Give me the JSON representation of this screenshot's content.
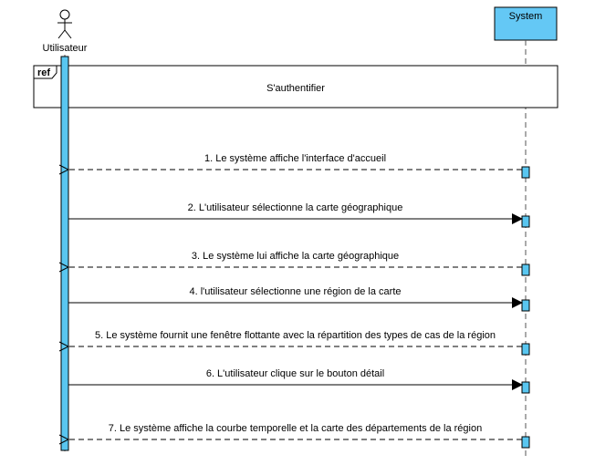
{
  "actors": {
    "user": {
      "label": "Utilisateur"
    },
    "system": {
      "label": "System"
    }
  },
  "ref_frame": {
    "tag": "ref",
    "label": "S'authentifier"
  },
  "messages": [
    {
      "label": "1. Le système affiche l'interface d'accueil",
      "direction": "system-to-user",
      "style": "dashed"
    },
    {
      "label": "2.  L'utilisateur sélectionne la carte géographique",
      "direction": "user-to-system",
      "style": "solid"
    },
    {
      "label": "3.  Le système lui affiche la carte géographique",
      "direction": "system-to-user",
      "style": "dashed"
    },
    {
      "label": "4. l'utilisateur sélectionne une région de la carte",
      "direction": "user-to-system",
      "style": "solid"
    },
    {
      "label": "5. Le système fournit une fenêtre flottante avec la répartition des types de cas de la région",
      "direction": "system-to-user",
      "style": "dashed"
    },
    {
      "label": "6. L'utilisateur clique sur  le bouton détail",
      "direction": "user-to-system",
      "style": "solid"
    },
    {
      "label": "7. Le système affiche la courbe temporelle et la carte des départements de la région",
      "direction": "system-to-user",
      "style": "dashed"
    }
  ],
  "colors": {
    "activation": "#59c6f0",
    "system_box": "#64c8f5",
    "stroke": "#000000",
    "lifeline": "#555555"
  }
}
